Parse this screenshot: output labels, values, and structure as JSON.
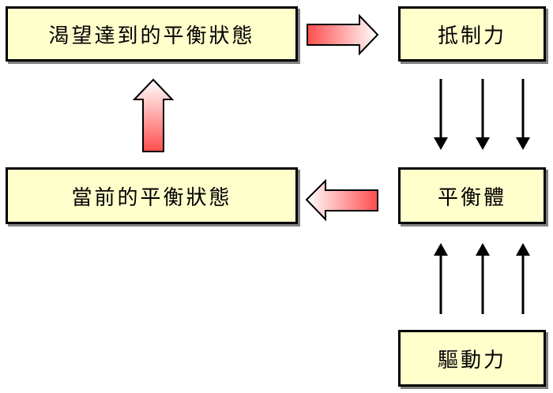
{
  "nodes": {
    "desired_equilibrium": "渴望達到的平衡狀態",
    "current_equilibrium": "當前的平衡狀態",
    "resisting_force": "抵制力",
    "equilibrium_body": "平衡體",
    "driving_force": "驅動力"
  },
  "colors": {
    "box_fill": "#ffffcc",
    "box_border": "#000000",
    "box_shadow": "#808080",
    "block_arrow_dark": "#ff4d4d",
    "block_arrow_light": "#ffffff",
    "force_arrow": "#000000"
  }
}
